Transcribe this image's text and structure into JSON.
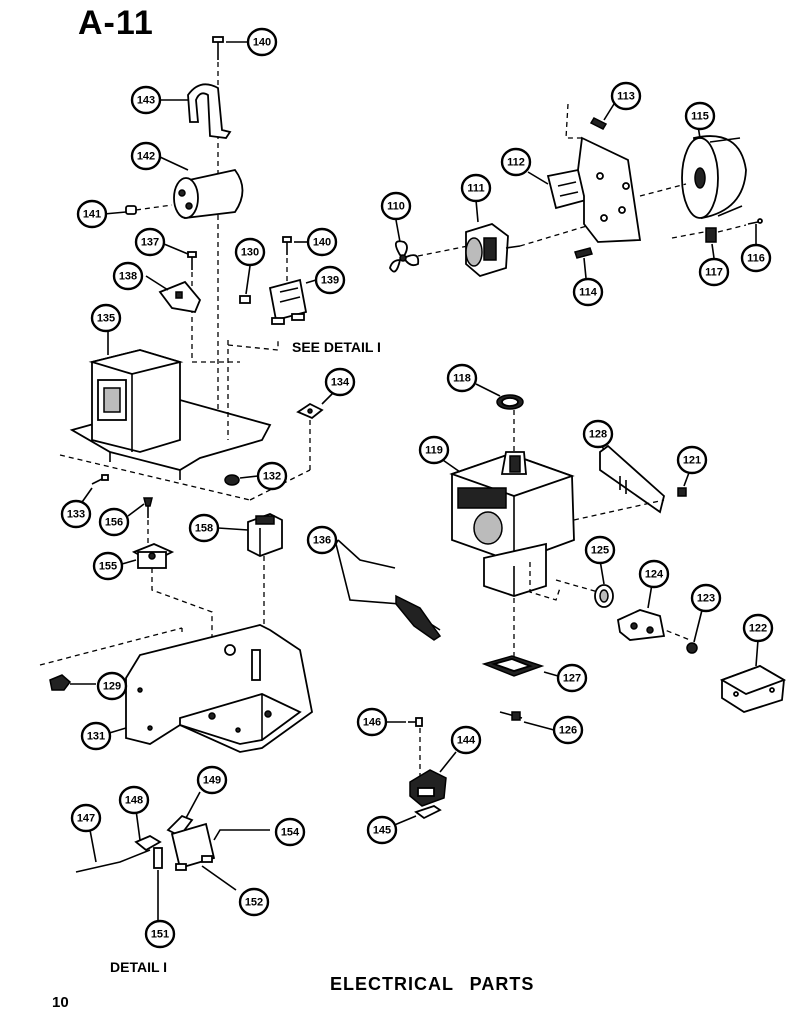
{
  "page": {
    "title": "A-11",
    "caption": "ELECTRICAL PARTS",
    "page_number": "10"
  },
  "labels": {
    "see_detail": "SEE DETAIL I",
    "detail": "DETAIL I"
  },
  "callouts": [
    {
      "id": "c-140a",
      "text": "140"
    },
    {
      "id": "c-143",
      "text": "143"
    },
    {
      "id": "c-142",
      "text": "142"
    },
    {
      "id": "c-141",
      "text": "141"
    },
    {
      "id": "c-137",
      "text": "137"
    },
    {
      "id": "c-138",
      "text": "138"
    },
    {
      "id": "c-130",
      "text": "130"
    },
    {
      "id": "c-140b",
      "text": "140"
    },
    {
      "id": "c-139",
      "text": "139"
    },
    {
      "id": "c-135",
      "text": "135"
    },
    {
      "id": "c-134",
      "text": "134"
    },
    {
      "id": "c-132",
      "text": "132"
    },
    {
      "id": "c-133",
      "text": "133"
    },
    {
      "id": "c-156",
      "text": "156"
    },
    {
      "id": "c-158",
      "text": "158"
    },
    {
      "id": "c-155",
      "text": "155"
    },
    {
      "id": "c-129",
      "text": "129"
    },
    {
      "id": "c-131",
      "text": "131"
    },
    {
      "id": "c-136",
      "text": "136"
    },
    {
      "id": "c-113",
      "text": "113"
    },
    {
      "id": "c-115",
      "text": "115"
    },
    {
      "id": "c-112",
      "text": "112"
    },
    {
      "id": "c-111",
      "text": "111"
    },
    {
      "id": "c-110",
      "text": "110"
    },
    {
      "id": "c-114",
      "text": "114"
    },
    {
      "id": "c-117",
      "text": "117"
    },
    {
      "id": "c-116",
      "text": "116"
    },
    {
      "id": "c-118",
      "text": "118"
    },
    {
      "id": "c-119",
      "text": "119"
    },
    {
      "id": "c-128",
      "text": "128"
    },
    {
      "id": "c-121",
      "text": "121"
    },
    {
      "id": "c-125",
      "text": "125"
    },
    {
      "id": "c-124",
      "text": "124"
    },
    {
      "id": "c-123",
      "text": "123"
    },
    {
      "id": "c-122",
      "text": "122"
    },
    {
      "id": "c-127",
      "text": "127"
    },
    {
      "id": "c-126",
      "text": "126"
    },
    {
      "id": "c-146",
      "text": "146"
    },
    {
      "id": "c-144",
      "text": "144"
    },
    {
      "id": "c-145",
      "text": "145"
    },
    {
      "id": "c-147",
      "text": "147"
    },
    {
      "id": "c-148",
      "text": "148"
    },
    {
      "id": "c-149",
      "text": "149"
    },
    {
      "id": "c-154",
      "text": "154"
    },
    {
      "id": "c-152",
      "text": "152"
    },
    {
      "id": "c-151",
      "text": "151"
    }
  ]
}
